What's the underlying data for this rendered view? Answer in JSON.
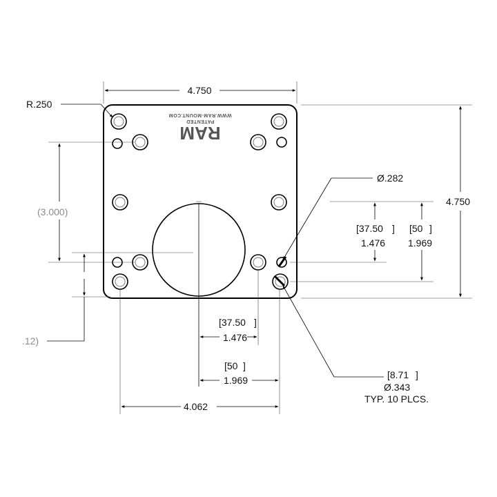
{
  "dimensions": {
    "top_width": "4.750",
    "right_height": "4.750",
    "corner_radius": "R.250",
    "left_spacing": "(3.000)",
    "left_offset": ".12)",
    "center_37_mm": "[37.50",
    "center_37_in": "1.476",
    "center_50_mm": "[50",
    "center_50_in": "1.969",
    "right_37_mm": "[37.50",
    "right_37_in": "1.476",
    "right_50_mm": "[50",
    "right_50_in": "1.969",
    "bottom_span": "4.062",
    "small_hole": "Ø.282",
    "large_hole_mm": "[8.71",
    "large_hole_in": "Ø.343",
    "large_hole_note": "TYP. 10 PLCS."
  },
  "logo": {
    "brand": "RAM",
    "patented": "PATENTED",
    "url": "WWW.RAM-MOUNT.COM"
  }
}
